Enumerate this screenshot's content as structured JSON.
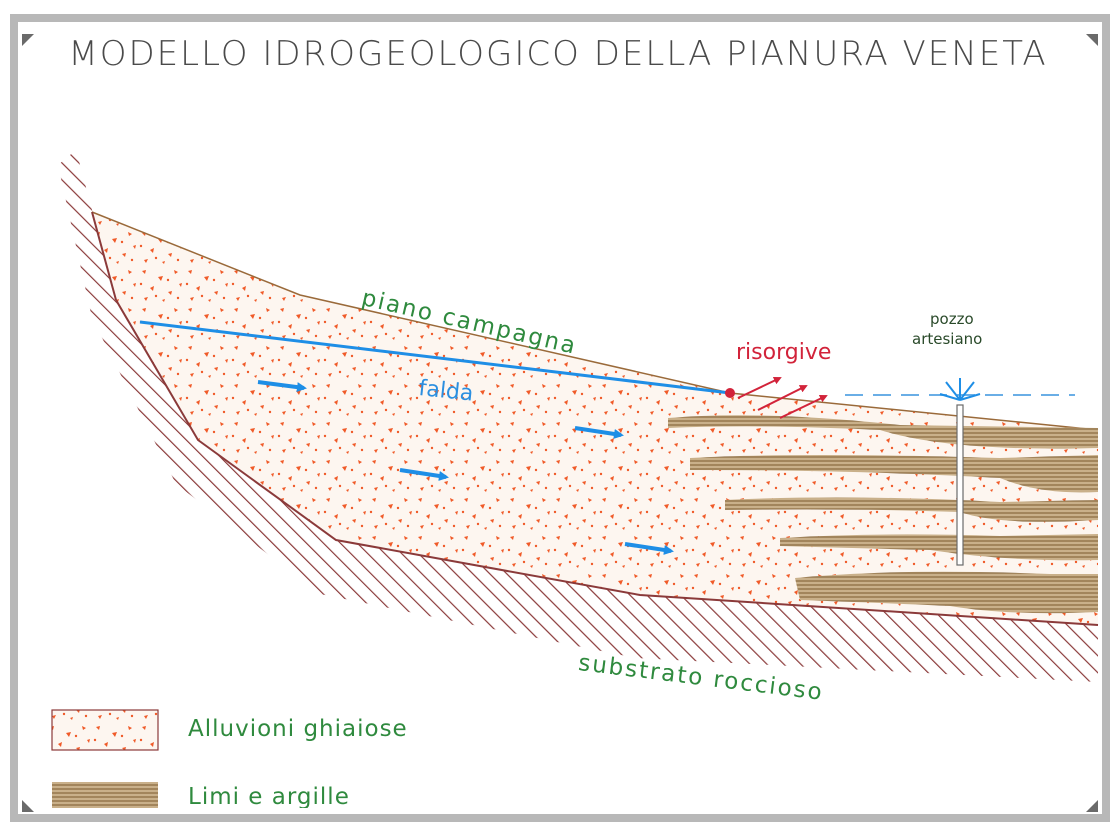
{
  "diagram": {
    "title": "MODELLO IDROGEOLOGICO DELLA PIANURA VENETA",
    "labels": {
      "piano_campagna": "piano campagna",
      "falda": "falda",
      "risorgive": "risorgive",
      "pozzo_artesiano_line1": "pozzo",
      "pozzo_artesiano_line2": "artesiano",
      "substrato_roccioso": "substrato roccioso"
    },
    "legend": [
      {
        "label": "Alluvioni ghiaiose",
        "pattern": "gravel-dots"
      },
      {
        "label": "Limi e argille",
        "pattern": "clay-lines"
      }
    ]
  },
  "colors": {
    "gravel": "#f05a28",
    "clay": "#b79a6a",
    "clay_line": "#7a5a2f",
    "bedrock_hatch": "#8b3a3a",
    "water_table": "#1e8ee6",
    "flow_arrows": "#1e8ee6",
    "springs": "#d2233a",
    "surface_line": "#9a6a3a",
    "frame": "#b8b8b8"
  },
  "icons": [
    "flow-arrow-icon",
    "spring-arrow-icon",
    "well-icon"
  ]
}
